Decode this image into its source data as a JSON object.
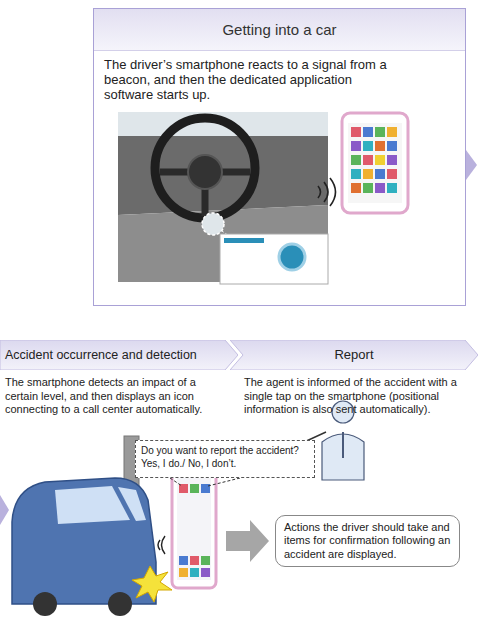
{
  "diagram": {
    "nodes": [
      {
        "text": [
          "Getting into a car",
          "The driver’s smartphone reacts to a signal from a beacon, and then the dedicated application software starts up."
        ]
      },
      {
        "text": [
          "Accident occurrence and detection",
          "The smartphone detects an impact of a certain level, and then displays an icon connecting to a call center automatically."
        ]
      },
      {
        "text": [
          "Report",
          "The agent is informed of the accident with a single tap on the smartphone (positional information is also sent automatically)."
        ]
      },
      {
        "text": [
          "Do you want to report the accident?",
          "Yes, I do./ No, I don’t."
        ]
      },
      {
        "text": [
          "Actions the driver should take and items for confirmation following an accident are displayed."
        ]
      }
    ]
  }
}
